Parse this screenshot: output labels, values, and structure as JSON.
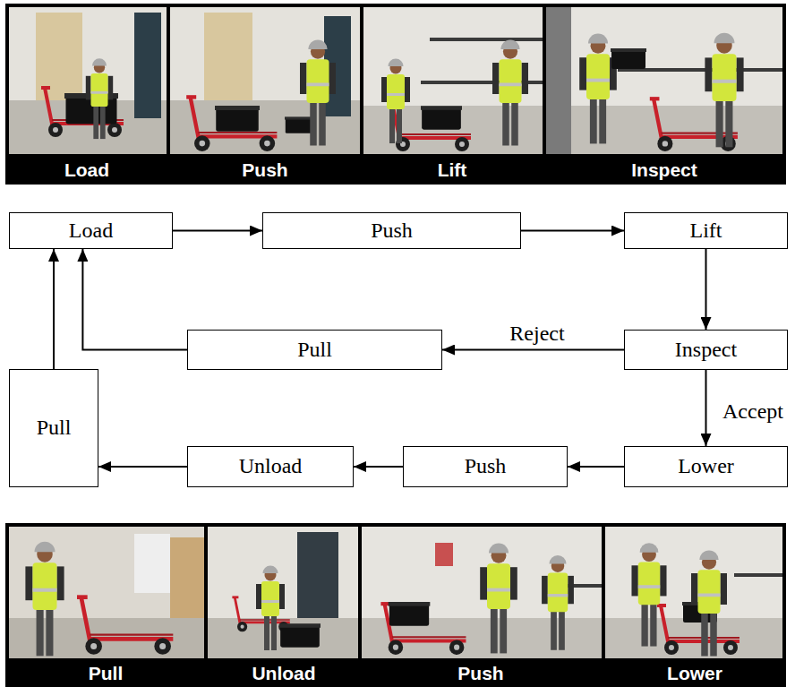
{
  "diagram": {
    "nodes": [
      {
        "text": [
          "Load"
        ]
      },
      {
        "text": [
          "Push"
        ]
      },
      {
        "text": [
          "Lift"
        ]
      },
      {
        "text": [
          "Inspect"
        ]
      },
      {
        "text": [
          "Pull"
        ]
      },
      {
        "text": [
          "Lower"
        ]
      },
      {
        "text": [
          "Push"
        ]
      },
      {
        "text": [
          "Unload"
        ]
      },
      {
        "text": [
          "Pull"
        ]
      }
    ],
    "edges": [
      {
        "from": 0,
        "to": 1,
        "arrow": "to"
      },
      {
        "from": 1,
        "to": 2,
        "arrow": "to"
      },
      {
        "from": 2,
        "to": 3,
        "arrow": "to"
      },
      {
        "from": 3,
        "to": 4,
        "label": "Reject",
        "arrow": "to"
      },
      {
        "from": 4,
        "to": 0,
        "arrow": "to"
      },
      {
        "from": 3,
        "to": 5,
        "label": "Accept",
        "arrow": "to"
      },
      {
        "from": 5,
        "to": 6,
        "arrow": "to"
      },
      {
        "from": 6,
        "to": 7,
        "arrow": "to"
      },
      {
        "from": 7,
        "to": 8,
        "arrow": "to"
      },
      {
        "from": 8,
        "to": 0,
        "arrow": "to"
      }
    ],
    "labels": [
      "Load",
      "Push",
      "Lift",
      "Inspect",
      "Pull",
      "Unload",
      "Push",
      "Lower"
    ]
  }
}
